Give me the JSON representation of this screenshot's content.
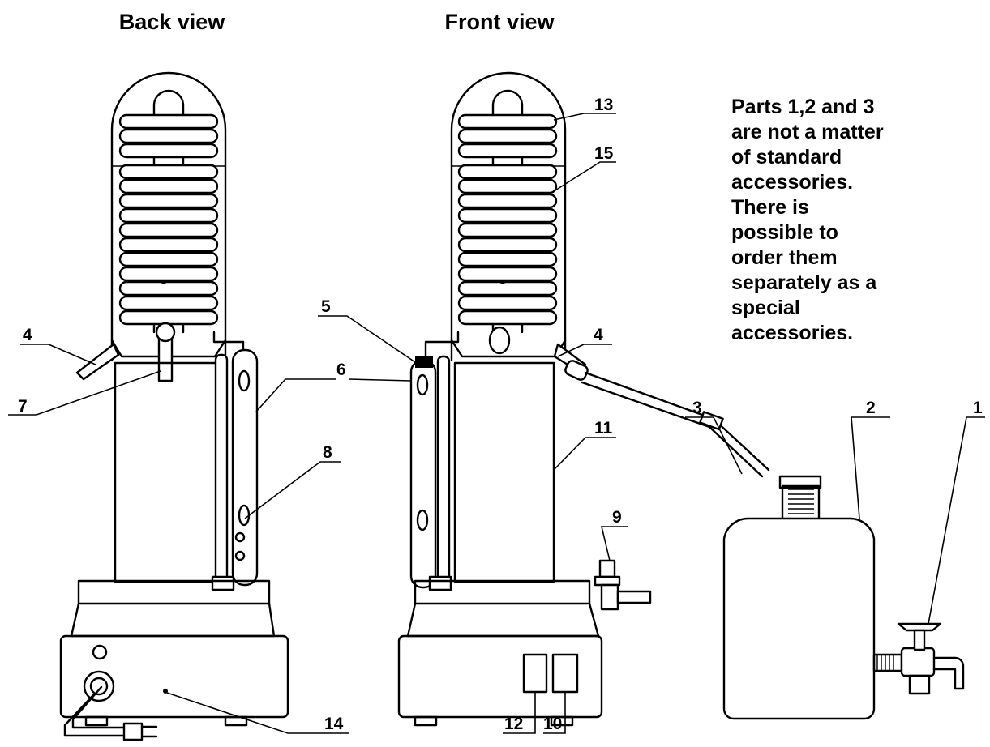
{
  "views": {
    "back": "Back view",
    "front": "Front view"
  },
  "note_lines": [
    "Parts 1,2 and 3",
    "are not a matter",
    "of standard",
    "accessories.",
    "There is",
    "possible to",
    "order them",
    "separately  as a",
    "special",
    "accessories."
  ],
  "part_numbers": {
    "p1": "1",
    "p2": "2",
    "p3": "3",
    "p4_back": "4",
    "p4_front": "4",
    "p5": "5",
    "p6": "6",
    "p7": "7",
    "p8": "8",
    "p9": "9",
    "p10": "10",
    "p11": "11",
    "p12": "12",
    "p13": "13",
    "p14": "14",
    "p15": "15"
  }
}
